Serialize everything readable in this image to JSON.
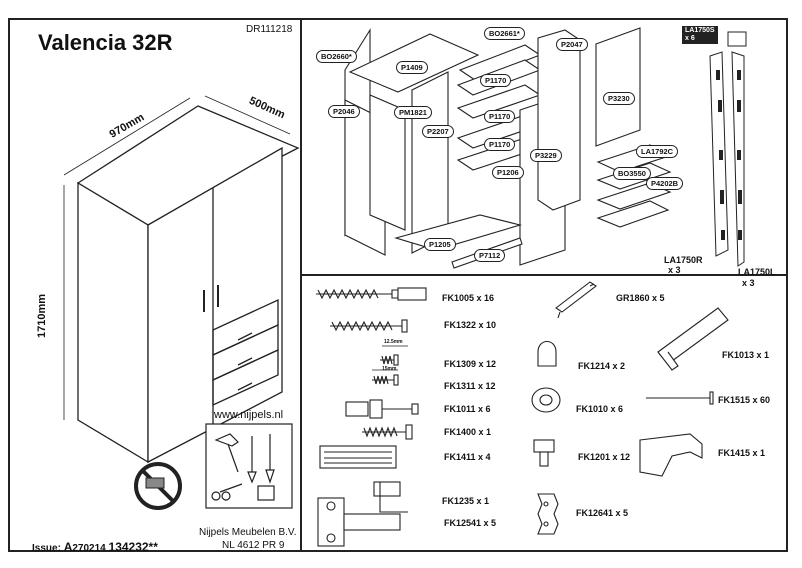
{
  "header": {
    "title": "Valencia 32R",
    "code": "DR111218"
  },
  "dimensions": {
    "width": "970mm",
    "depth": "500mm",
    "height": "1710mm"
  },
  "footer": {
    "website": "www.nijpels.nl",
    "company": "Nijpels Meubelen B.V.",
    "address": "NL  4612 PR 9",
    "issue_label": "Issue:",
    "issue_letter": "A",
    "issue_date": "270214",
    "issue_number": "134232**"
  },
  "panels": [
    {
      "id": "BO2660*"
    },
    {
      "id": "P1409"
    },
    {
      "id": "BO2661*"
    },
    {
      "id": "P2047"
    },
    {
      "id": "P1170"
    },
    {
      "id": "P3230"
    },
    {
      "id": "P2046"
    },
    {
      "id": "PM1821"
    },
    {
      "id": "P1170"
    },
    {
      "id": "P2207"
    },
    {
      "id": "P1170"
    },
    {
      "id": "P3229"
    },
    {
      "id": "P1206"
    },
    {
      "id": "LA1792C"
    },
    {
      "id": "BO3550"
    },
    {
      "id": "P4202B"
    },
    {
      "id": "P1205"
    },
    {
      "id": "P7112"
    }
  ],
  "rails": {
    "tag_code": "LA1750S",
    "tag_qty": "x 6",
    "right_label": "LA1750R",
    "right_qty": "x 3",
    "left_label": "LA1750L",
    "left_qty": "x 3"
  },
  "hardware": [
    {
      "code": "FK1005",
      "qty": "x 16"
    },
    {
      "code": "GR1860",
      "qty": "x 5"
    },
    {
      "code": "FK1322",
      "qty": "x 10"
    },
    {
      "code": "FK1013",
      "qty": "x 1"
    },
    {
      "code": "FK1309",
      "qty": "x 12"
    },
    {
      "code": "FK1214",
      "qty": "x 2"
    },
    {
      "code": "FK1311",
      "qty": "x 12"
    },
    {
      "code": "FK1011",
      "qty": "x 6"
    },
    {
      "code": "FK1010",
      "qty": "x 6"
    },
    {
      "code": "FK1515",
      "qty": "x 60"
    },
    {
      "code": "FK1400",
      "qty": "x 1"
    },
    {
      "code": "FK1411",
      "qty": "x 4"
    },
    {
      "code": "FK1201",
      "qty": "x 12"
    },
    {
      "code": "FK1415",
      "qty": "x 1"
    },
    {
      "code": "FK1235",
      "qty": "x 1"
    },
    {
      "code": "FK12641",
      "qty": "x 5"
    },
    {
      "code": "FK12541",
      "qty": "x 5"
    }
  ],
  "screw_sizes": {
    "long": "12.5mm",
    "short": "15mm"
  },
  "colors": {
    "line": "#222222",
    "paper": "#ffffff",
    "shade": "#888888"
  }
}
